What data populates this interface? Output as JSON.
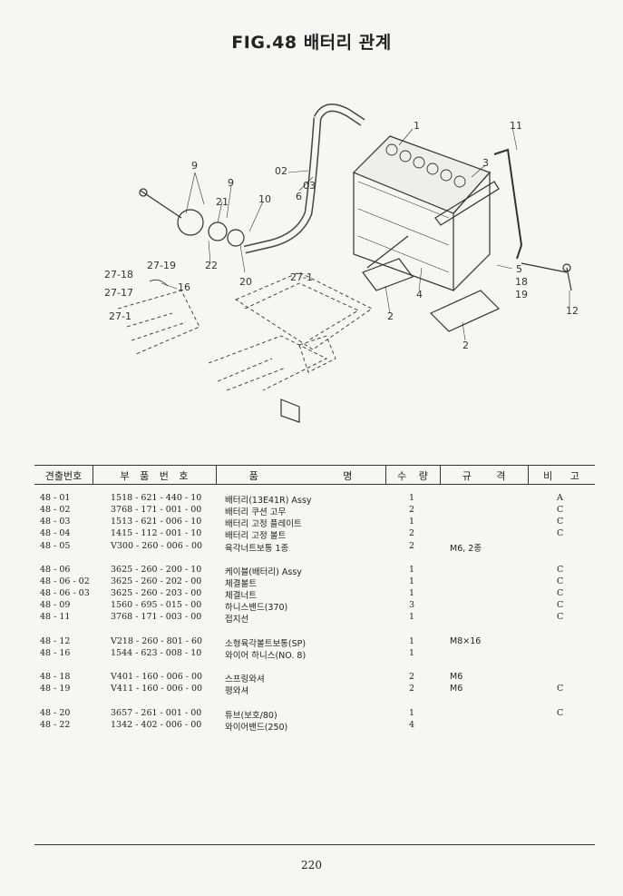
{
  "title": "FIG.48 배터리 관계",
  "page_number": "220",
  "diagram_callouts": {
    "c1": "1",
    "c2a": "2",
    "c2b": "2",
    "c3": "3",
    "c4": "4",
    "c5": "5",
    "c6": "6",
    "c9a": "9",
    "c9b": "9",
    "c10": "10",
    "c11": "11",
    "c12": "12",
    "c18": "18",
    "c19": "19",
    "c20": "20",
    "c21": "21",
    "c22": "22",
    "c02": "02",
    "c03": "03",
    "c16": "16",
    "c27_1a": "27-1",
    "c27_1b": "27-1",
    "c27_17": "27-17",
    "c27_18": "27-18",
    "c27_19": "27-19"
  },
  "table": {
    "headers": {
      "ref": "견출번호",
      "part": "부 품 번 호",
      "name": "품 명",
      "qty": "수 량",
      "spec": "규 격",
      "remarks": "비 고"
    },
    "rows": [
      {
        "ref": "48 - 01",
        "part": "1518 - 621 - 440 - 10",
        "name": "배터리(13E41R) Assy",
        "qty": "1",
        "spec": "",
        "rem": "A"
      },
      {
        "ref": "48 - 02",
        "part": "3768 - 171 - 001 - 00",
        "name": "배터리 쿠션 고무",
        "qty": "2",
        "spec": "",
        "rem": "C"
      },
      {
        "ref": "48 - 03",
        "part": "1513 - 621 - 006 - 10",
        "name": "배터리 고정 플레이트",
        "qty": "1",
        "spec": "",
        "rem": "C"
      },
      {
        "ref": "48 - 04",
        "part": "1415 - 112 - 001 - 10",
        "name": "배터리 고정 볼트",
        "qty": "2",
        "spec": "",
        "rem": "C"
      },
      {
        "ref": "48 - 05",
        "part": "V300 - 260 - 006 - 00",
        "name": "육각너트보통 1종",
        "qty": "2",
        "spec": "M6, 2종",
        "rem": ""
      },
      {
        "ref": "48 - 06",
        "part": "3625 - 260 - 200 - 10",
        "name": "케이블(배터리) Assy",
        "qty": "1",
        "spec": "",
        "rem": "C"
      },
      {
        "ref": "48 - 06 - 02",
        "part": "3625 - 260 - 202 - 00",
        "name": "체결볼트",
        "qty": "1",
        "spec": "",
        "rem": "C"
      },
      {
        "ref": "48 - 06 - 03",
        "part": "3625 - 260 - 203 - 00",
        "name": "체결너트",
        "qty": "1",
        "spec": "",
        "rem": "C"
      },
      {
        "ref": "48 - 09",
        "part": "1560 - 695 - 015 - 00",
        "name": "하니스밴드(370)",
        "qty": "3",
        "spec": "",
        "rem": "C"
      },
      {
        "ref": "48 - 11",
        "part": "3768 - 171 - 003 - 00",
        "name": "접지선",
        "qty": "1",
        "spec": "",
        "rem": "C"
      },
      {
        "ref": "48 - 12",
        "part": "V218 - 260 - 801 - 60",
        "name": "소형육각볼트보통(SP)",
        "qty": "1",
        "spec": "M8×16",
        "rem": ""
      },
      {
        "ref": "48 - 16",
        "part": "1544 - 623 - 008 - 10",
        "name": "와이어 하니스(NO. 8)",
        "qty": "1",
        "spec": "",
        "rem": ""
      },
      {
        "ref": "48 - 18",
        "part": "V401 - 160 - 006 - 00",
        "name": "스프링와셔",
        "qty": "2",
        "spec": "M6",
        "rem": ""
      },
      {
        "ref": "48 - 19",
        "part": "V411 - 160 - 006 - 00",
        "name": "평와셔",
        "qty": "2",
        "spec": "M6",
        "rem": "C"
      },
      {
        "ref": "48 - 20",
        "part": "3657 - 261 - 001 - 00",
        "name": "튜브(보호/80)",
        "qty": "1",
        "spec": "",
        "rem": "C"
      },
      {
        "ref": "48 - 22",
        "part": "1342 - 402 - 006 - 00",
        "name": "와이어밴드(250)",
        "qty": "4",
        "spec": "",
        "rem": ""
      }
    ]
  }
}
